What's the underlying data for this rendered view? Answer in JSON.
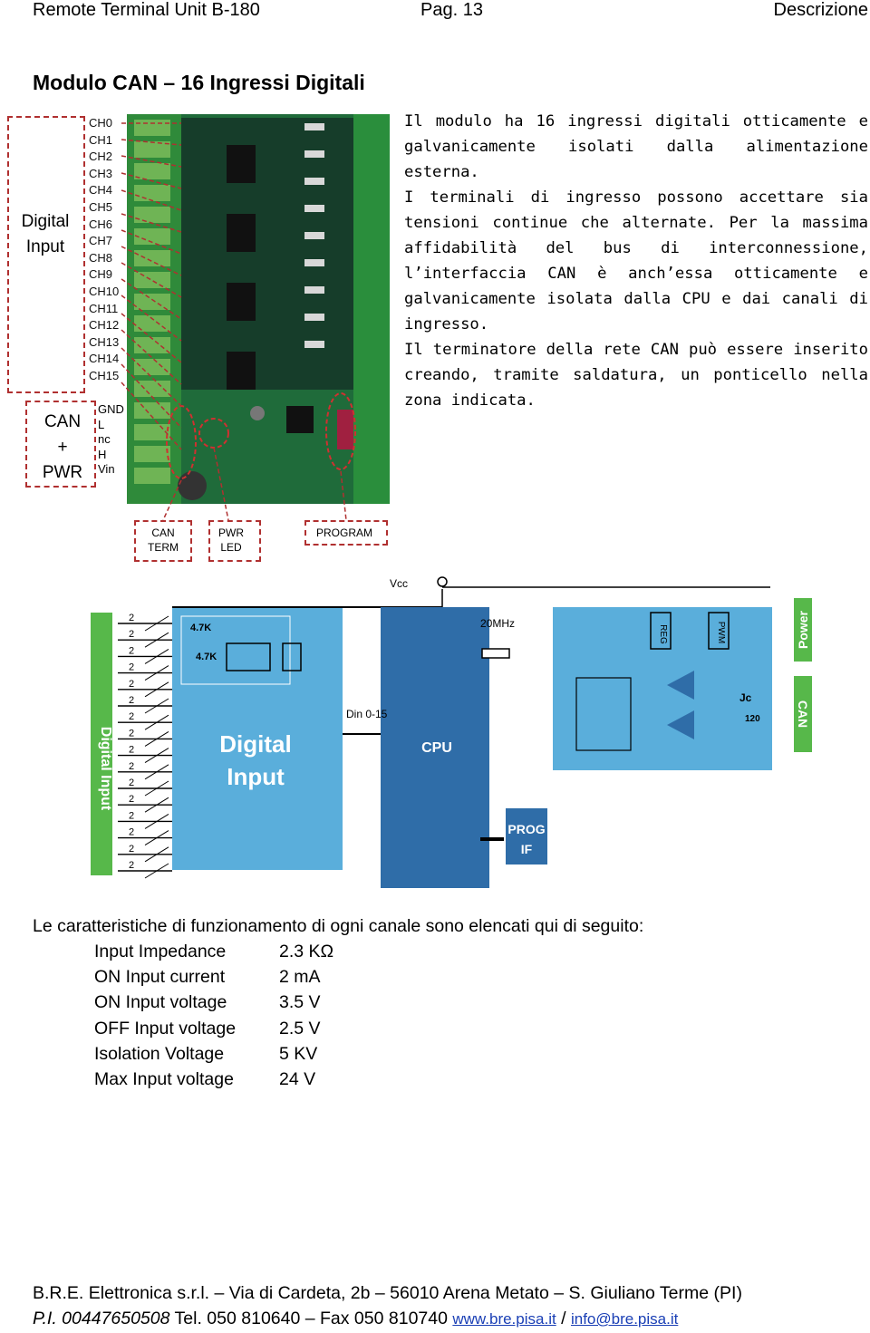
{
  "header": {
    "left": "Remote Terminal Unit B-180",
    "center": "Pag. 13",
    "right": "Descrizione"
  },
  "title": "Modulo CAN – 16 Ingressi Digitali",
  "photo_labels": {
    "digital_input": [
      "Digital",
      "Input"
    ],
    "channels": [
      "CH0",
      "CH1",
      "CH2",
      "CH3",
      "CH4",
      "CH5",
      "CH6",
      "CH7",
      "CH8",
      "CH9",
      "CH10",
      "CH11",
      "CH12",
      "CH13",
      "CH14",
      "CH15"
    ],
    "can_pwr": [
      "CAN",
      "+",
      "PWR"
    ],
    "power_pins": [
      "GND",
      "L",
      "nc",
      "H",
      "Vin"
    ],
    "tags": {
      "can_term": [
        "CAN",
        "TERM"
      ],
      "pwr_led": [
        "PWR",
        "LED"
      ],
      "program": "PROGRAM"
    }
  },
  "description": {
    "p1": "Il modulo ha 16 ingressi digitali otticamente e galvanicamente isolati dalla alimentazione esterna.",
    "p2": "I terminali di ingresso possono accettare sia tensioni continue che alternate. Per la massima affidabilità del bus di interconnessione, l’interfaccia CAN è anch’essa otticamente e galvanicamente isolata dalla CPU e dai canali di ingresso.",
    "p3": "Il terminatore della rete CAN può essere inserito creando, tramite saldatura, un ponticello nella zona indicata."
  },
  "schematic": {
    "vcc": "Vcc",
    "r1": "4.7K",
    "r2": "4.7K",
    "xtal": "20MHz",
    "din": "Din 0-15",
    "digital_input_block": [
      "Digital",
      "Input"
    ],
    "cpu": "CPU",
    "prog": [
      "PROG",
      "IF"
    ],
    "reg": "REG",
    "pwm": "PWM",
    "jc": "Jc",
    "r120": "120",
    "side_digital": "Digital Input",
    "side_power": "Power",
    "side_can": "CAN",
    "pin_label": "2",
    "colors": {
      "block": "#5aaedb",
      "cpu": "#2f6da8",
      "green": "#57b84a"
    }
  },
  "specs": {
    "intro": "Le caratteristiche di funzionamento di ogni canale sono elencati qui di seguito:",
    "rows": [
      {
        "label": "Input Impedance",
        "value": "2.3 KΩ"
      },
      {
        "label": "ON Input current",
        "value": "2 mA"
      },
      {
        "label": "ON Input voltage",
        "value": "3.5 V"
      },
      {
        "label": "OFF Input voltage",
        "value": "2.5 V"
      },
      {
        "label": "Isolation Voltage",
        "value": "5  KV"
      },
      {
        "label": "Max Input voltage",
        "value": "24  V"
      }
    ]
  },
  "footer": {
    "line1": "B.R.E. Elettronica s.r.l. – Via di Cardeta, 2b – 56010 Arena Metato – S. Giuliano Terme (PI)",
    "line2_pi": "P.I. 00447650508",
    "line2_tel": " Tel. 050 810640 – Fax 050 810740 ",
    "web": "www.bre.pisa.it",
    "sep": " / ",
    "email": "info@bre.pisa.it"
  }
}
